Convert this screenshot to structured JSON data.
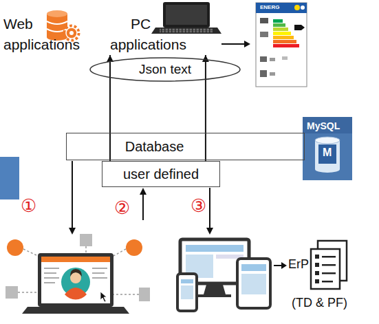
{
  "diagram": {
    "nodes": [
      {
        "text": [
          "Web applications"
        ]
      },
      {
        "text": [
          "PC applications"
        ]
      },
      {
        "text": [
          "Json text"
        ]
      },
      {
        "text": [
          "Database"
        ]
      },
      {
        "text": [
          "user defined"
        ]
      }
    ],
    "edges": [
      {
        "from": 4,
        "to": 0,
        "arrow": "to"
      },
      {
        "from": 4,
        "to": 1,
        "arrow": "to"
      }
    ],
    "labels": [
      "ENERG",
      "MySQL",
      "M",
      "①",
      "②",
      "③",
      "ErP",
      "(TD & PF)"
    ]
  }
}
